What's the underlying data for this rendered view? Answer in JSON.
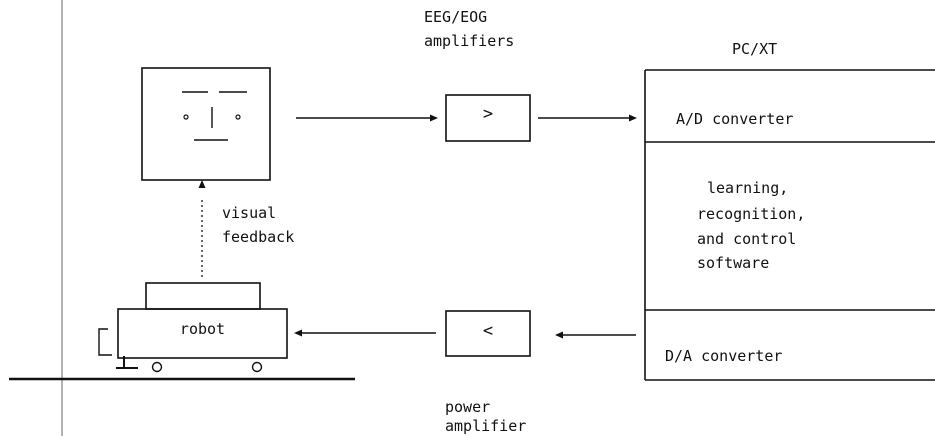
{
  "amplifier_top": {
    "title_line1": "EEG/EOG",
    "title_line2": "amplifiers",
    "symbol": ">"
  },
  "computer": {
    "title": "PC/XT",
    "ad_label": "A/D converter",
    "software_lines": [
      "learning,",
      "recognition,",
      "and control",
      "software"
    ],
    "da_label": "D/A converter"
  },
  "amplifier_bottom": {
    "symbol": "<",
    "title_line1": "power",
    "title_line2": "amplifier"
  },
  "robot": {
    "label": "robot"
  },
  "feedback": {
    "line1": "visual",
    "line2": "feedback"
  },
  "colors": {
    "ink": "#111111",
    "background": "#ffffff",
    "scan_line": "#555555"
  }
}
